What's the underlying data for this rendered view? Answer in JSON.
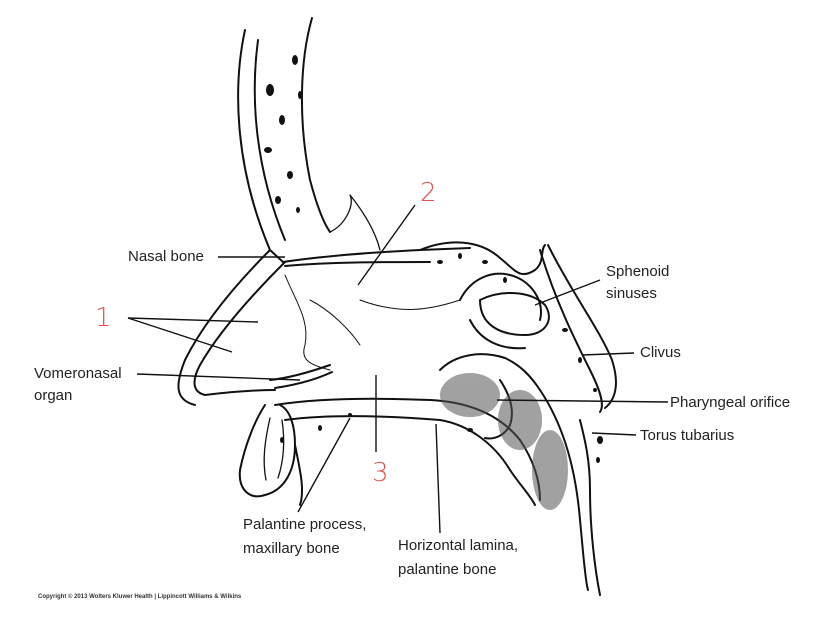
{
  "labels": {
    "nasal_bone": "Nasal bone",
    "sphenoid_sinuses": [
      "Sphenoid",
      "sinuses"
    ],
    "clivus": "Clivus",
    "vomeronasal_organ": [
      "Vomeronasal",
      "organ"
    ],
    "pharyngeal_orifice": "Pharyngeal orifice",
    "torus_tubarius": "Torus tubarius",
    "palatine_process": [
      "Palantine process,",
      "maxillary bone"
    ],
    "horizontal_lamina": [
      "Horizontal lamina,",
      "palantine bone"
    ]
  },
  "handwritten_markers": [
    "1",
    "2",
    "3"
  ],
  "copyright": "Copyright © 2013 Wolters Kluwer Health | Lippincott Williams & Wilkins",
  "colors": {
    "line": "#111111",
    "label_text": "#222222",
    "marker": "#e0524f"
  }
}
